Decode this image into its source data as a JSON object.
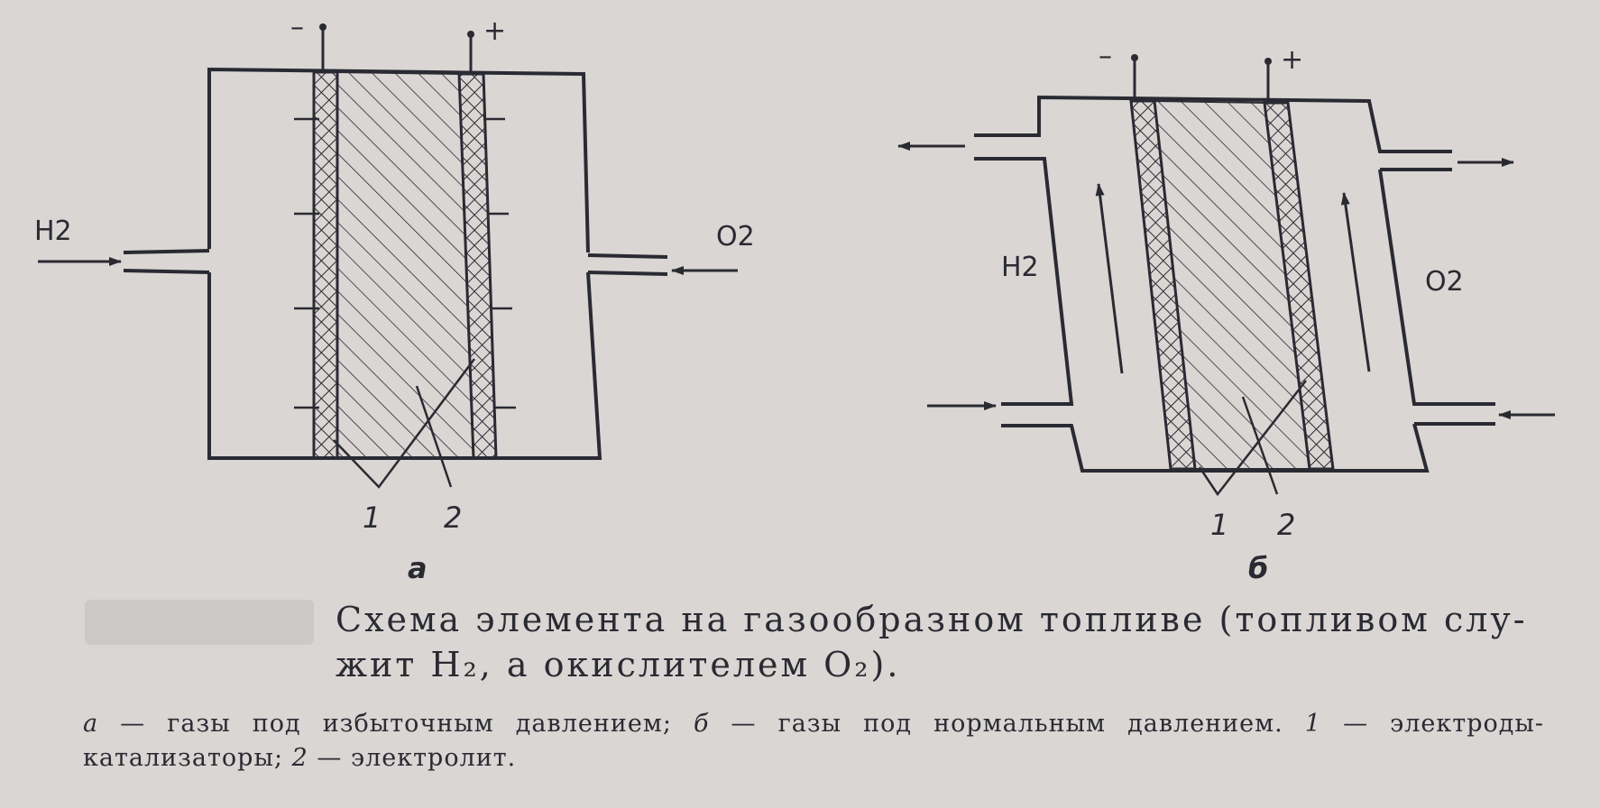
{
  "diagram_a": {
    "label": "а",
    "terminal_minus": "–",
    "terminal_plus": "+",
    "inlet_left": "H2",
    "inlet_right": "O2",
    "part_1": "1",
    "part_2": "2"
  },
  "diagram_b": {
    "label": "б",
    "terminal_minus": "–",
    "terminal_plus": "+",
    "chamber_left": "H2",
    "chamber_right": "O2",
    "part_1": "1",
    "part_2": "2"
  },
  "caption": {
    "main_1": "Схема элемента на газообразном топливе (топливом слу-",
    "main_2": "жит H₂, а окислителем O₂).",
    "legend_a_letter": "а",
    "legend_a_text": " — газы под избыточным давлением; ",
    "legend_b_letter": "б",
    "legend_b_text": " — газы под нормальным давлением. ",
    "legend_1_num": "1",
    "legend_1_text": " — электроды-катализаторы; ",
    "legend_2_num": "2",
    "legend_2_text": " — электролит."
  },
  "colors": {
    "paper": "#d9d6d3",
    "ink": "#2a2a33"
  }
}
